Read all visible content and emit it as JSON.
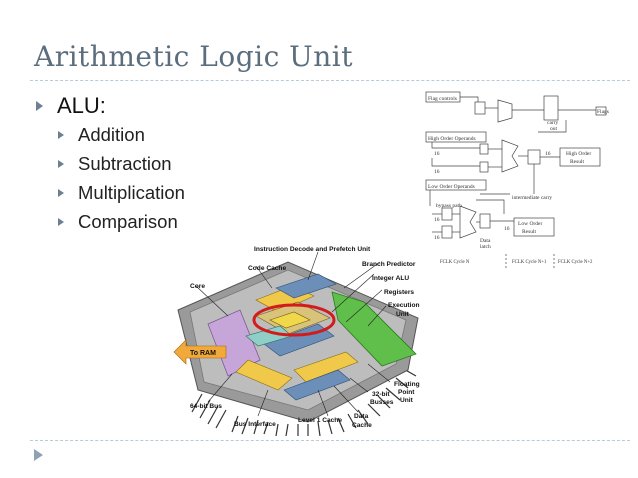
{
  "slide": {
    "title": "Arithmetic Logic Unit",
    "bullets": [
      {
        "label": "ALU:",
        "sub": [
          "Addition",
          "Subtraction",
          "Multiplication",
          "Comparison"
        ]
      }
    ]
  },
  "alu_diagram": {
    "boxes": {
      "flag_controls": "Flag controls",
      "flags": "Flags",
      "high_order_operands": "High Order Operands",
      "high_order_result": [
        "High Order",
        "Result"
      ],
      "low_order_operands": "Low Order Operands",
      "low_order_result": [
        "Low Order",
        "Result"
      ]
    },
    "small_labels": {
      "carry_out": [
        "carry",
        "out"
      ],
      "intermediate_carry": "intermediate carry",
      "bypass_path": "bypass path",
      "sixteen": "16",
      "data_latch": [
        "Data",
        "latch"
      ]
    },
    "cycles": [
      "FCLK Cycle N",
      "FCLK Cycle N+1",
      "FCLK Cycle N+2"
    ]
  },
  "cpu_diagram": {
    "labels": {
      "instruction_decode": "Instruction Decode and Prefetch Unit",
      "branch_predictor": "Branch Predictor",
      "code_cache": "Code Cache",
      "integer_alu": "Integer ALU",
      "core": "Core",
      "registers": "Registers",
      "execution_unit": [
        "Execution",
        "Unit"
      ],
      "to_ram": "To RAM",
      "floating_point_unit": [
        "Floating",
        "Point",
        "Unit"
      ],
      "bus_32bit": [
        "32-bit",
        "Busses"
      ],
      "bus_64bit": "64-bit Bus",
      "data_cache": [
        "Data",
        "Cache"
      ],
      "bus_interface": "Bus Interface",
      "level1_cache": "Level 1 Cache"
    },
    "colors": {
      "highlight_ring": "#d21c1c",
      "execution_unit": "#5fbf4a",
      "bus_interface": "#c6a6d8",
      "to_ram_arrow": "#f2a93b",
      "cache": "#f0c94a"
    }
  }
}
